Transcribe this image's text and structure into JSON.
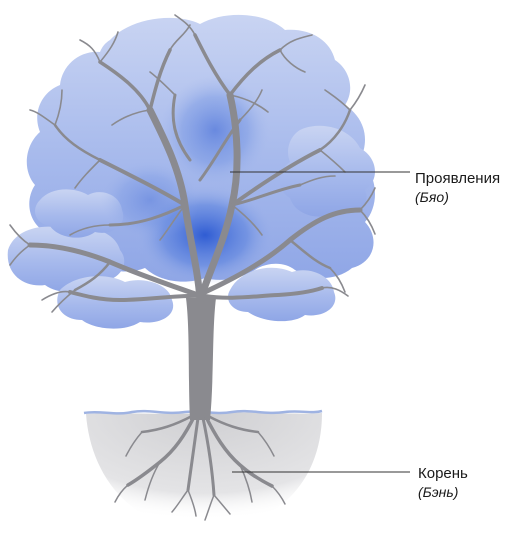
{
  "labels": {
    "branches": {
      "main": "Проявления",
      "sub": "(Бяо)"
    },
    "roots": {
      "main": "Корень",
      "sub": "(Бэнь)"
    }
  },
  "colors": {
    "foliage_light": "#c3cff0",
    "foliage_mid": "#9fb4ea",
    "foliage_deep": "#2f5fd6",
    "trunk": "#8a8a8f",
    "ground_line": "#9fb3e2",
    "soil": "#d6d6d8",
    "leader_line": "#333333"
  }
}
